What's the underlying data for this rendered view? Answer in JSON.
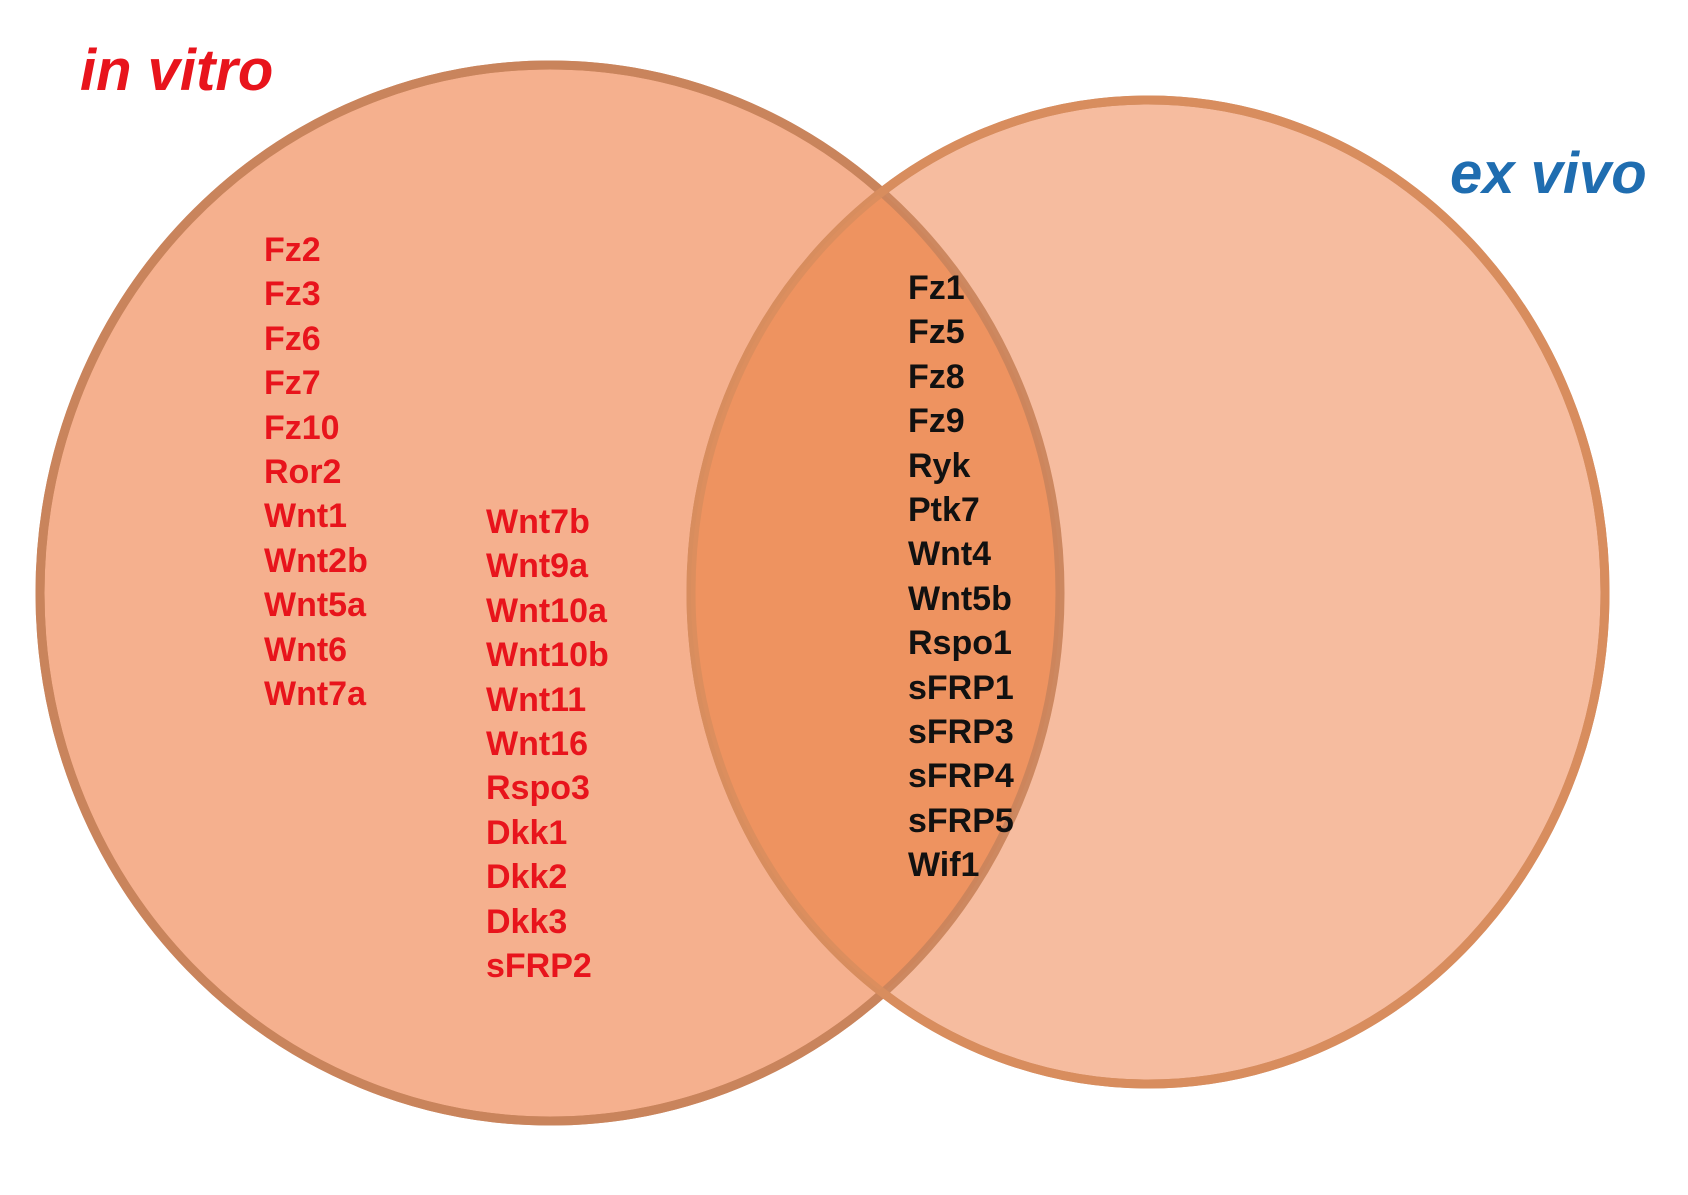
{
  "sets": {
    "in_vitro": {
      "label": "in vitro",
      "label_color": "#e8141c",
      "genes_col1": [
        "Fz2",
        "Fz3",
        "Fz6",
        "Fz7",
        "Fz10",
        "Ror2",
        "Wnt1",
        "Wnt2b",
        "Wnt5a",
        "Wnt6",
        "Wnt7a"
      ],
      "genes_col2": [
        "Wnt7b",
        "Wnt9a",
        "Wnt10a",
        "Wnt10b",
        "Wnt11",
        "Wnt16",
        "Rspo3",
        "Dkk1",
        "Dkk2",
        "Dkk3",
        "sFRP2"
      ]
    },
    "ex_vivo": {
      "label": "ex vivo",
      "label_color": "#1f6db0"
    },
    "shared": {
      "genes": [
        "Fz1",
        "Fz5",
        "Fz8",
        "Fz9",
        "Ryk",
        "Ptk7",
        "Wnt4",
        "Wnt5b",
        "Rspo1",
        "sFRP1",
        "sFRP3",
        "sFRP4",
        "sFRP5",
        "Wif1"
      ],
      "text_color": "#111111"
    }
  },
  "colors": {
    "circle_fill": "#f5b08e",
    "circle_stroke": "#c9845c",
    "overlap_fill": "#ee9360"
  }
}
